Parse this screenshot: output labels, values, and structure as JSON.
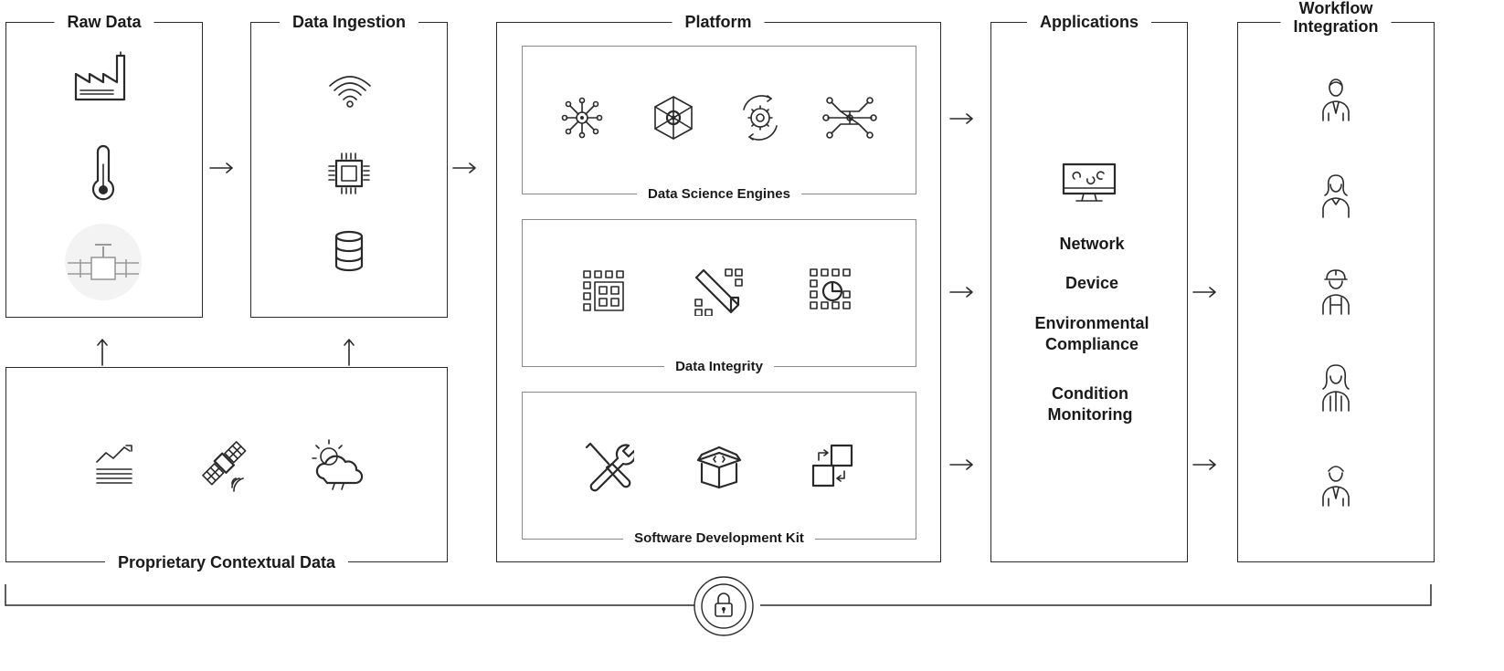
{
  "sections": {
    "raw_data": "Raw Data",
    "data_ingestion": "Data Ingestion",
    "platform": "Platform",
    "applications": "Applications",
    "workflow_integration_line1": "Workflow",
    "workflow_integration_line2": "Integration",
    "proprietary_contextual_data": "Proprietary Contextual Data"
  },
  "platform_panels": {
    "data_science_engines": "Data Science Engines",
    "data_integrity": "Data Integrity",
    "software_development_kit": "Software Development Kit"
  },
  "applications_list": [
    "Network",
    "Device",
    "Environmental Compliance",
    "Condition Monitoring"
  ],
  "icons": {
    "raw_data": [
      "factory-icon",
      "thermometer-icon",
      "pipeline-valve-icon"
    ],
    "data_ingestion": [
      "wifi-icon",
      "chip-icon",
      "database-icon"
    ],
    "contextual": [
      "trend-chart-icon",
      "satellite-icon",
      "weather-icon"
    ],
    "data_science": [
      "network-node-icon",
      "hexagon-network-icon",
      "gear-cycle-icon",
      "circuit-icon"
    ],
    "data_integrity": [
      "grid-icon",
      "diagonal-grid-icon",
      "grid-chart-icon"
    ],
    "sdk": [
      "tools-icon",
      "package-icon",
      "transfer-icon"
    ],
    "applications": [
      "monitor-icon"
    ],
    "workflow": [
      "businessman-icon",
      "woman-icon",
      "engineer-icon",
      "woman-worker-icon",
      "man-icon"
    ],
    "security": [
      "lock-icon"
    ]
  },
  "colors": {
    "stroke": "#2a2a2a",
    "inner_border": "#8a8a8a",
    "background": "#ffffff"
  }
}
